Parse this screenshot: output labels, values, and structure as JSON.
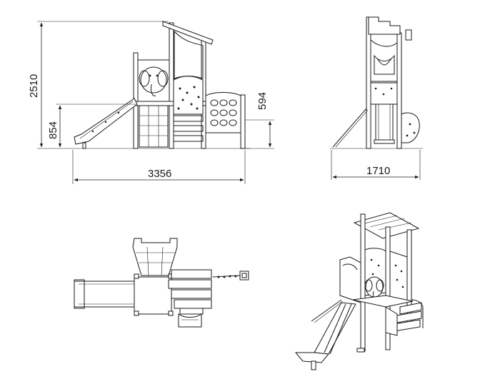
{
  "dimensions": {
    "total_height": "2510",
    "platform_height": "854",
    "climbing_wall_height": "594",
    "length": "3356",
    "width": "1710"
  },
  "views": [
    "front-elevation",
    "side-elevation",
    "top-plan",
    "isometric"
  ]
}
